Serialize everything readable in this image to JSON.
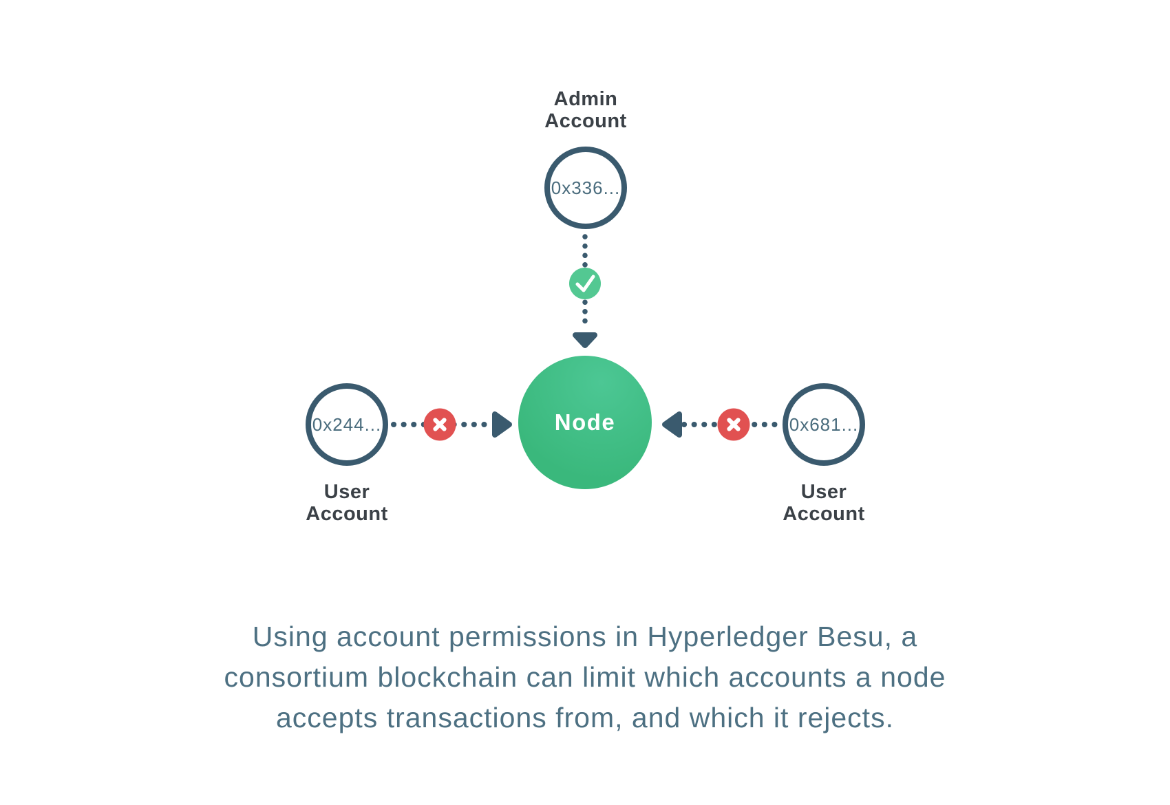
{
  "colors": {
    "background": "#ffffff",
    "slate": "#3a5a6e",
    "label-dark": "#3b4147",
    "address-blue": "#4a6c7d",
    "node-green-light": "#4cc794",
    "node-green": "#3ab87c",
    "check-green": "#53c892",
    "reject-red": "#e15151",
    "caption-blue": "#4d7082",
    "white": "#ffffff"
  },
  "diagram": {
    "admin": {
      "title_line1": "Admin",
      "title_line2": "Account",
      "address": "0x336..."
    },
    "node": {
      "label": "Node"
    },
    "left_user": {
      "address": "0x244...",
      "title_line1": "User",
      "title_line2": "Account"
    },
    "right_user": {
      "address": "0x681...",
      "title_line1": "User",
      "title_line2": "Account"
    },
    "icons": {
      "allow": "check-icon",
      "deny": "cross-icon",
      "flow": "arrowhead-icon"
    }
  },
  "caption": {
    "lines": [
      "Using account permissions in Hyperledger Besu, a",
      "consortium blockchain can limit which accounts a node",
      "accepts transactions from, and which it rejects."
    ]
  }
}
